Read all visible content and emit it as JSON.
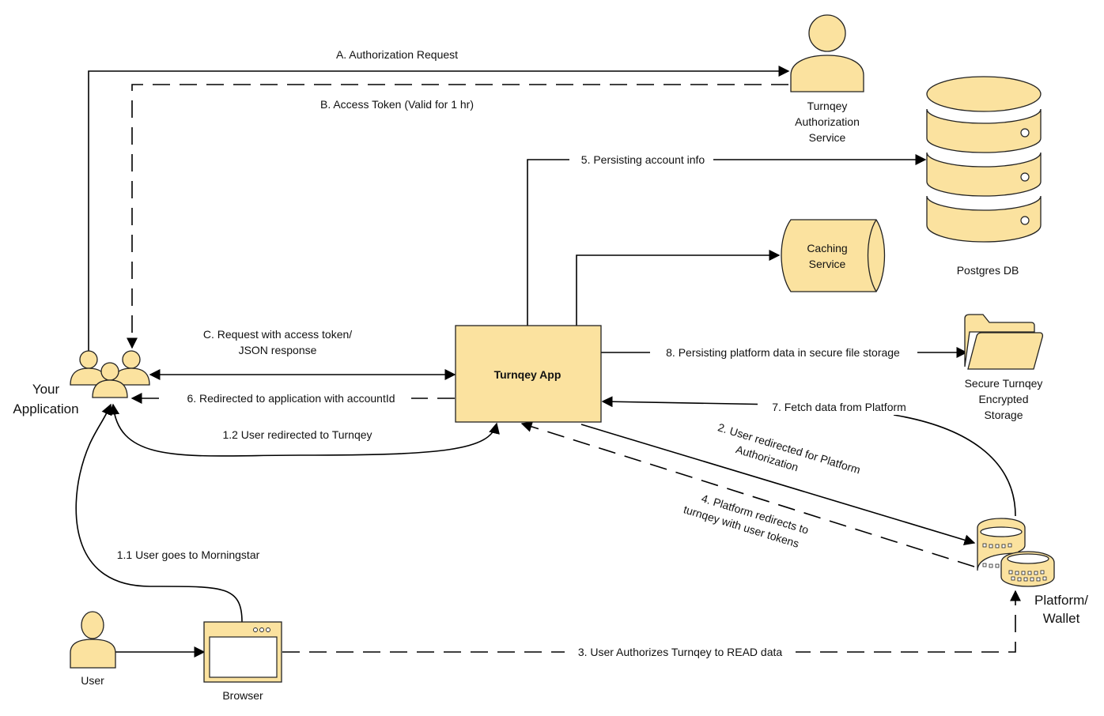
{
  "nodes": {
    "your_application": {
      "line1": "Your",
      "line2": "Application"
    },
    "auth_service": {
      "line1": "Turnqey",
      "line2": "Authorization",
      "line3": "Service"
    },
    "postgres": {
      "label": "Postgres DB"
    },
    "caching": {
      "line1": "Caching",
      "line2": "Service"
    },
    "turnqey_app": {
      "label": "Turnqey App"
    },
    "secure_storage": {
      "line1": "Secure Turnqey",
      "line2": "Encrypted",
      "line3": "Storage"
    },
    "platform": {
      "line1": "Platform/",
      "line2": "Wallet"
    },
    "user": {
      "label": "User"
    },
    "browser": {
      "label": "Browser"
    }
  },
  "edges": {
    "a": "A. Authorization Request",
    "b": "B. Access Token (Valid for 1 hr)",
    "c1": "C. Request with access token/",
    "c2": "JSON response",
    "e5": "5. Persisting account info",
    "e6": "6. Redirected to application with accountId",
    "e12": "1.2 User redirected to Turnqey",
    "e8": "8. Persisting platform data in secure file storage",
    "e7": "7. Fetch  data from Platform",
    "e2a": "2. User redirected for Platform",
    "e2b": "Authorization",
    "e4a": "4. Platform redirects to",
    "e4b": "turnqey with user tokens",
    "e11": "1.1 User goes to Morningstar",
    "e3": "3. User Authorizes Turnqey to READ data"
  },
  "colors": {
    "node_fill": "#FBE29F",
    "stroke": "#222222"
  }
}
